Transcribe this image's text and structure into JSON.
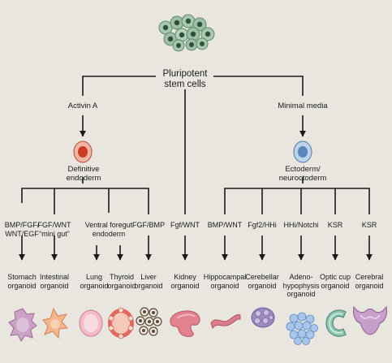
{
  "root": {
    "label": "Pluripotent\nstem cells"
  },
  "branches": {
    "left": {
      "label": "Activin A",
      "node": "Definitive\nendoderm"
    },
    "center": {
      "label": "Fgf/WNT",
      "organoid": "Kidney\norganoid"
    },
    "right": {
      "label": "Minimal media",
      "node": "Ectoderm/\nneuroctoderm"
    }
  },
  "endoderm_factors": [
    "BMP/FGF/\nWNT/EGF",
    "FGF/WNT\n“mini gut”",
    "Ventral foregut\nendoderm",
    "FGF/BMP"
  ],
  "foregut_organoids": [
    "Lung\norganoid",
    "Thyroid\norganoid"
  ],
  "endoderm_organoids": [
    "Stomach\norganoid",
    "Intestinal\norganoid",
    "Liver\norganoid"
  ],
  "ectoderm_factors": [
    "BMP/WNT",
    "Fgf2/HHi",
    "HHi/Notchi",
    "KSR",
    "KSR"
  ],
  "ectoderm_organoids": [
    "Hippocampal\norganoid",
    "Cerebellar\norganoid",
    "Adeno-\nhypophysis\norganoid",
    "Optic cup\norganoid",
    "Cerebral\norganoid"
  ],
  "colors": {
    "background": "#e9e6df",
    "line": "#1a1a1a",
    "stem_cell": "#8fb59a",
    "endoderm_cell": "#e0745c",
    "ectoderm_cell": "#7fa6d2"
  },
  "icons": [
    "stem-cell-cluster-icon",
    "endoderm-cell-icon",
    "ectoderm-cell-icon",
    "stomach-organoid-icon",
    "intestinal-organoid-icon",
    "lung-organoid-icon",
    "thyroid-organoid-icon",
    "liver-organoid-icon",
    "kidney-organoid-icon",
    "hippocampal-organoid-icon",
    "cerebellar-organoid-icon",
    "adenohypophysis-organoid-icon",
    "optic-cup-organoid-icon",
    "cerebral-organoid-icon"
  ]
}
